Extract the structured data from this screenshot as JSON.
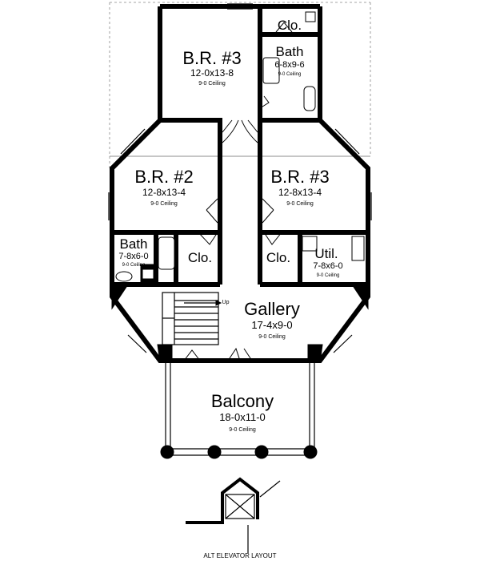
{
  "rooms": {
    "br3_top": {
      "name": "B.R. #3",
      "dims": "12-0x13-8",
      "ceiling": "9-0 Ceiling"
    },
    "closet_top": {
      "name": "Clo."
    },
    "bath_top": {
      "name": "Bath",
      "dims": "6-8x9-6",
      "ceiling": "9-0 Ceiling"
    },
    "br2": {
      "name": "B.R. #2",
      "dims": "12-8x13-4",
      "ceiling": "9-0 Ceiling"
    },
    "br3_right": {
      "name": "B.R. #3",
      "dims": "12-8x13-4",
      "ceiling": "9-0 Ceiling"
    },
    "bath_left": {
      "name": "Bath",
      "dims": "7-8x6-0",
      "ceiling": "9-0 Ceiling"
    },
    "closet_left": {
      "name": "Clo."
    },
    "closet_right": {
      "name": "Clo."
    },
    "util": {
      "name": "Util.",
      "dims": "7-8x6-0",
      "ceiling": "9-0 Ceiling"
    },
    "gallery": {
      "name": "Gallery",
      "dims": "17-4x9-0",
      "ceiling": "9-0 Ceiling"
    },
    "balcony": {
      "name": "Balcony",
      "dims": "18-0x11-0",
      "ceiling": "9-0 Ceiling"
    }
  },
  "stair_label": "Up",
  "alt_elevator_label": "ALT ELEVATOR LAYOUT"
}
